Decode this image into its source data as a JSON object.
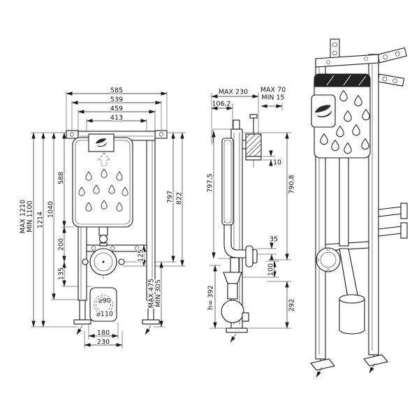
{
  "drawing": {
    "front": {
      "width_dims": {
        "outer": "585",
        "bracket": "539",
        "frame": "459",
        "inner": "413"
      },
      "height_dims": {
        "max": "MAX 1210",
        "min": "MIN 1100",
        "total": "1214",
        "mid": "1040",
        "cistern": "588",
        "s200": "200",
        "s135": "135"
      },
      "right_dims": {
        "h797": "797",
        "h822": "822",
        "h125": "125",
        "outlet_max": "MAX 475",
        "outlet_min": "MIN 305"
      },
      "diameters": {
        "inner": "⌀90",
        "outer": "⌀110"
      },
      "bottom_dims": {
        "w180": "180",
        "w230": "230"
      }
    },
    "side": {
      "depth_dims": {
        "max": "MAX 230",
        "front": "106,2",
        "wall_max": "MAX 70",
        "wall_min": "MIN 15",
        "plate": "10"
      },
      "height_dims": {
        "left": "797,5",
        "right": "790,8",
        "o35": "35",
        "o100": "100",
        "lower": "292",
        "trap": "h= 392"
      }
    }
  }
}
